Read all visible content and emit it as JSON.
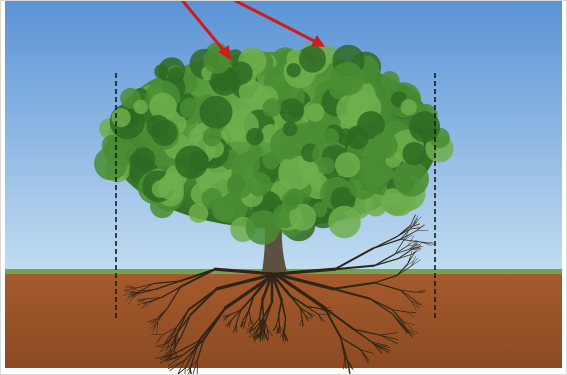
{
  "colors": {
    "sky_top": "#5a93d6",
    "sky_bottom": "#c2dcf1",
    "grass": "#6fa552",
    "soil": "#a45a2c",
    "soil_dark": "#8c4a22",
    "root": "#2f2415",
    "trunk": "#5c5140",
    "canopy_dark": "#2f6a22",
    "canopy_mid": "#4a8d33",
    "canopy_light": "#6fae4c",
    "arrow": "#d11a1a",
    "dripline": "#1a1a1a",
    "frame": "#d8d8d8"
  },
  "scene": {
    "arrow_count": 2,
    "dripline_count": 2,
    "dripline_style": "dashed",
    "icons": [
      "tree-canopy",
      "tree-trunk",
      "root-system",
      "arrow",
      "dripline"
    ]
  }
}
